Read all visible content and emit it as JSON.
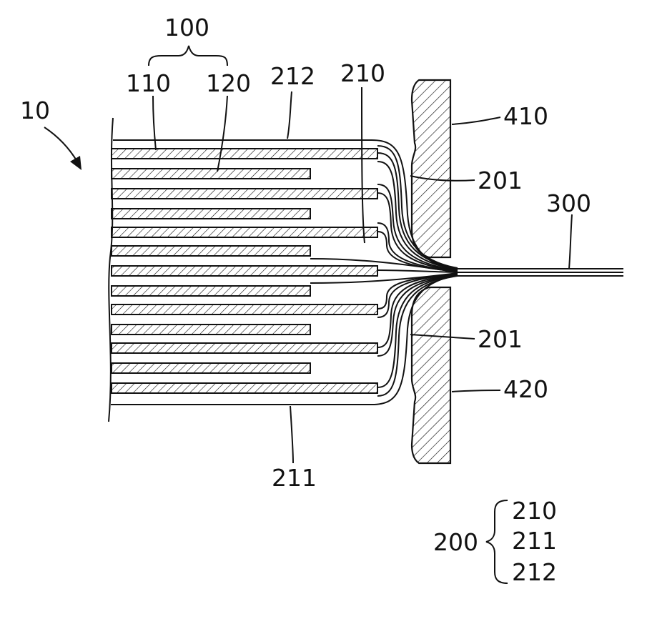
{
  "labels": {
    "assembly": "10",
    "electrode_group": "100",
    "first_electrode": "110",
    "second_electrode": "120",
    "tab_top": "212",
    "tab_center": "210",
    "upper_jig": "410",
    "tab_bend_upper": "201",
    "lead": "300",
    "tab_bend_lower": "201",
    "lower_jig": "420",
    "tab_bottom": "211"
  },
  "legend": {
    "group": "200",
    "items": [
      "210",
      "211",
      "212"
    ]
  }
}
